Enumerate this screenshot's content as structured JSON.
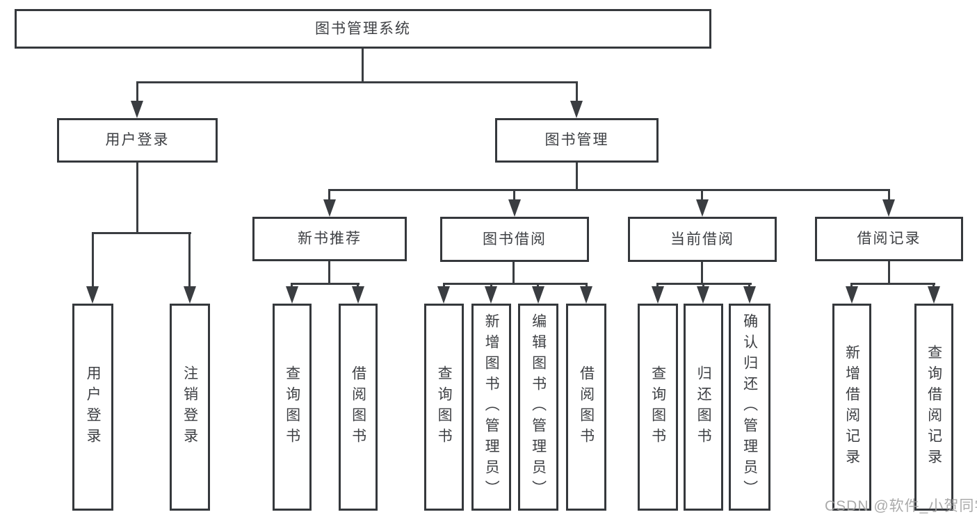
{
  "tree": {
    "label": "图书管理系统",
    "children": [
      {
        "label": "用户登录",
        "children": [
          {
            "label": "用户登录"
          },
          {
            "label": "注销登录"
          }
        ]
      },
      {
        "label": "图书管理",
        "children": [
          {
            "label": "新书推荐",
            "children": [
              {
                "label": "查询图书"
              },
              {
                "label": "借阅图书"
              }
            ]
          },
          {
            "label": "图书借阅",
            "children": [
              {
                "label": "查询图书"
              },
              {
                "label": "新增图书（管理员）"
              },
              {
                "label": "编辑图书（管理员）"
              },
              {
                "label": "借阅图书"
              }
            ]
          },
          {
            "label": "当前借阅",
            "children": [
              {
                "label": "查询图书"
              },
              {
                "label": "归还图书"
              },
              {
                "label": "确认归还（管理员）"
              }
            ]
          },
          {
            "label": "借阅记录",
            "children": [
              {
                "label": "新增借阅记录"
              },
              {
                "label": "查询借阅记录"
              }
            ]
          }
        ]
      }
    ]
  },
  "watermark": "CSDN @软件_小贺同学",
  "colors": {
    "line": "#3a3d41",
    "text": "#3e4044",
    "watermark": "#9e9e9e",
    "background": "#ffffff"
  }
}
